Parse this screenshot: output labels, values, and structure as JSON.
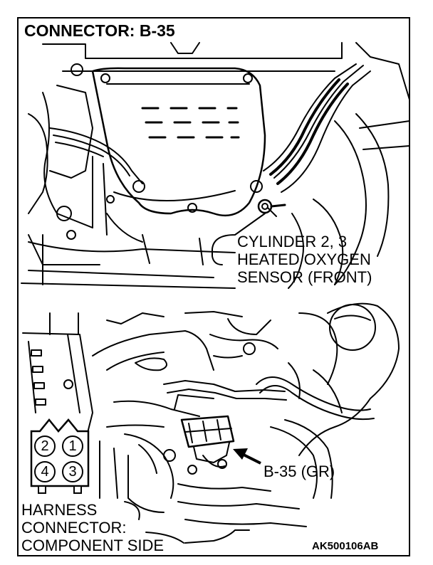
{
  "title": "CONNECTOR: B-35",
  "callout_top": [
    "CYLINDER 2, 3",
    "HEATED OXYGEN",
    "SENSOR (FRONT)"
  ],
  "connector_label": "B-35 (GR)",
  "callout_bottom": [
    "HARNESS",
    "CONNECTOR:",
    "COMPONENT SIDE"
  ],
  "connector_pins": [
    "2",
    "1",
    "4",
    "3"
  ],
  "figure_code": "AK500106AB"
}
